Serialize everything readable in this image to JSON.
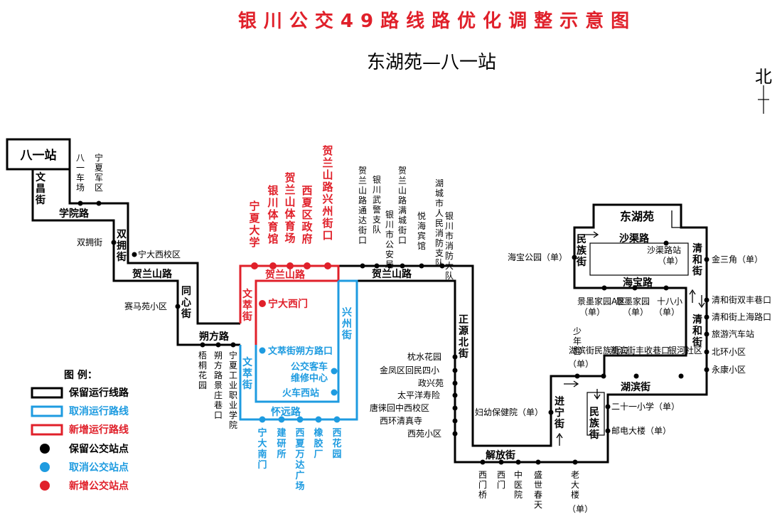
{
  "title": "银川公交49路线路优化调整示意图",
  "subtitle": "东湖苑—八一站",
  "north": "北",
  "colors": {
    "keep": "#000000",
    "cancel": "#1e9be0",
    "new": "#e0202a",
    "title": "#e0202a"
  },
  "termini": {
    "west": "八一站",
    "east": "东湖苑"
  },
  "roads": {
    "wenchang": "文昌街",
    "xueyuan": "学院路",
    "shuangyong": "双拥街",
    "helanshan_w": "贺兰山路",
    "tongxin": "同心街",
    "shuofang": "朔方路",
    "wencui_new": "文萃街",
    "helanshan_new": "贺兰山路",
    "wencui_cancel": "文萃街",
    "huaiyuan": "怀远路",
    "xingzhou": "兴州街",
    "helanshan_e": "贺兰山路",
    "zhengyuan": "正源北街",
    "jiefang": "解放街",
    "jinning": "进宁街",
    "minzu_s": "民族街",
    "hubin": "湖滨街",
    "qinghe": "清和街",
    "qinghe2": "清和街",
    "minzu_n": "民族街",
    "shaqu": "沙渠路",
    "haibao": "海宝路"
  },
  "stops": {
    "bayi_chechang": "八一车场",
    "ningxia_junqu": "宁夏军区",
    "shuangyong": "双拥街",
    "ningda_west": "宁大西校区",
    "saimayuan": "赛马苑小区",
    "wutonghuayuan": "梧桐花园",
    "shuofang_jingzhuang": "朔方路景庄巷口",
    "gongye_college": "宁夏工业职业学院",
    "ningda_nanmen": "宁大南门",
    "jianyansuo": "建研所",
    "wanda": "西夏万达广场",
    "xiangjiaochang": "橡胶厂",
    "xihuayuan": "西花园",
    "new_ningda": "宁夏大学",
    "new_tiyuguan": "银川体育馆",
    "new_tiyuchang": "贺兰山体育场",
    "new_zhengfu": "西夏区政府",
    "new_xingzhou": "贺兰山路兴州街口",
    "new_ximen": "宁大西门",
    "cancel_wencui": "文萃街朔方路口",
    "cancel_keche": "公交客车维修中心",
    "cancel_huoche": "火车西站",
    "top1": "贺兰山路通达街口",
    "top2": "银川武警支队",
    "top3": "银川市公安局",
    "top4": "贺兰山路满城街口",
    "top5": "悦海宾馆",
    "top6": "湖城市人民消防支队",
    "top7": "银川市消防大队",
    "zhenshui": "枕水花园",
    "jinfeng": "金凤区回民四小",
    "zhengxingyuan": "政兴苑",
    "taiping": "太平洋寿险",
    "tanglai": "唐徕回中西校区",
    "xihuan": "西环清真寺",
    "xiyuan": "西苑小区",
    "ximenqiao": "西门桥",
    "ximen": "西门",
    "zhongyiyuan": "中医院",
    "shengshi": "盛世春天",
    "fuyou": "妇幼保健院（单）",
    "laodalou_a": "老大楼",
    "laodalou_b": "（单）",
    "ershiyi": "二十一小学（单）",
    "youdian": "邮电大楼（单）",
    "haibao_park": "海宝公园（单）",
    "shaqu_stop_a": "沙渠路站",
    "shaqu_stop_b": "（单）",
    "jinsanjiao": "金三角（单）",
    "shuangfeng": "清和街双丰巷口",
    "shanghai": "清和街上海路口",
    "lvyou": "旅游汽车站",
    "beihuan": "北环小区",
    "yongkang": "永康小区",
    "jingmo_a": "景墨家园A区",
    "jingmo_a_b": "（单）",
    "jingmo": "景墨家园",
    "jingmo_b": "（单）",
    "shibaxiao": "十八小",
    "shibaxiao_b": "（单）",
    "shaoniangong": "少年宫",
    "shaoniangong_b": "（单）",
    "hubin_minzu": "湖滨街民族街口",
    "hubin_fengshou": "湖滨街丰收巷口",
    "yinhe": "银河社区"
  },
  "legend": {
    "title": "图  例：",
    "keep_line": "保留运行线路",
    "cancel_line": "取消运行路线",
    "new_line": "新增运行路线",
    "keep_stop": "保留公交站点",
    "cancel_stop": "取消公交站点",
    "new_stop": "新增公交站点"
  }
}
